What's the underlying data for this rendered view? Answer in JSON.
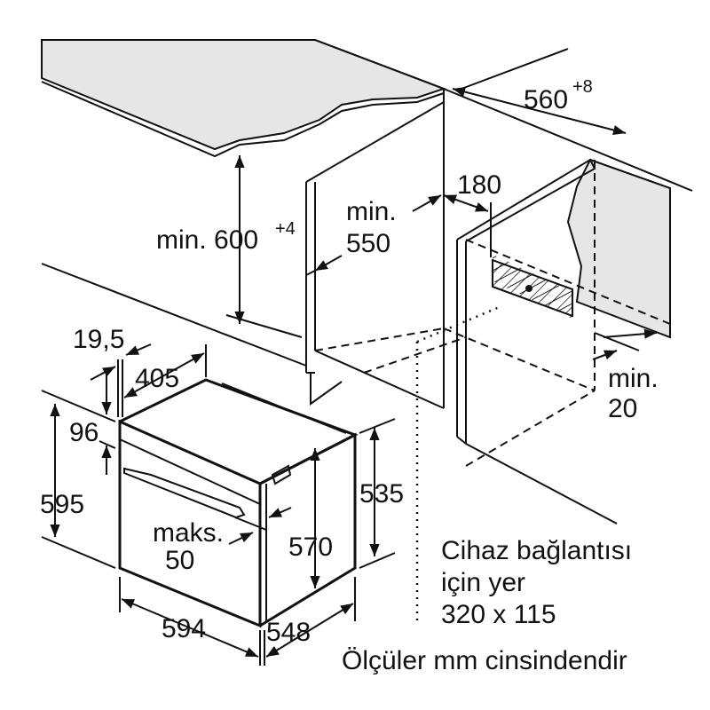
{
  "colors": {
    "line": "#111111",
    "surface": "#e6e6e6",
    "background": "#ffffff"
  },
  "dimensions": {
    "niche_width": "560",
    "niche_width_tol": "+8",
    "vent_depth": "180",
    "min_depth_label": "min.",
    "min_depth": "550",
    "min_height_label": "min. 600",
    "min_height_tol": "+4",
    "front_offset": "19,5",
    "top_depth": "405",
    "panel_height": "96",
    "oven_height": "595",
    "max_label": "maks.",
    "max_value": "50",
    "inner_height": "570",
    "body_height": "535",
    "oven_width": "594",
    "oven_depth": "548",
    "rear_gap_label": "min.",
    "rear_gap": "20"
  },
  "notes": {
    "connection_line1": "Cihaz bağlantısı",
    "connection_line2": "için yer",
    "connection_size": "320 x 115",
    "units": "Ölçüler mm cinsindendir"
  }
}
